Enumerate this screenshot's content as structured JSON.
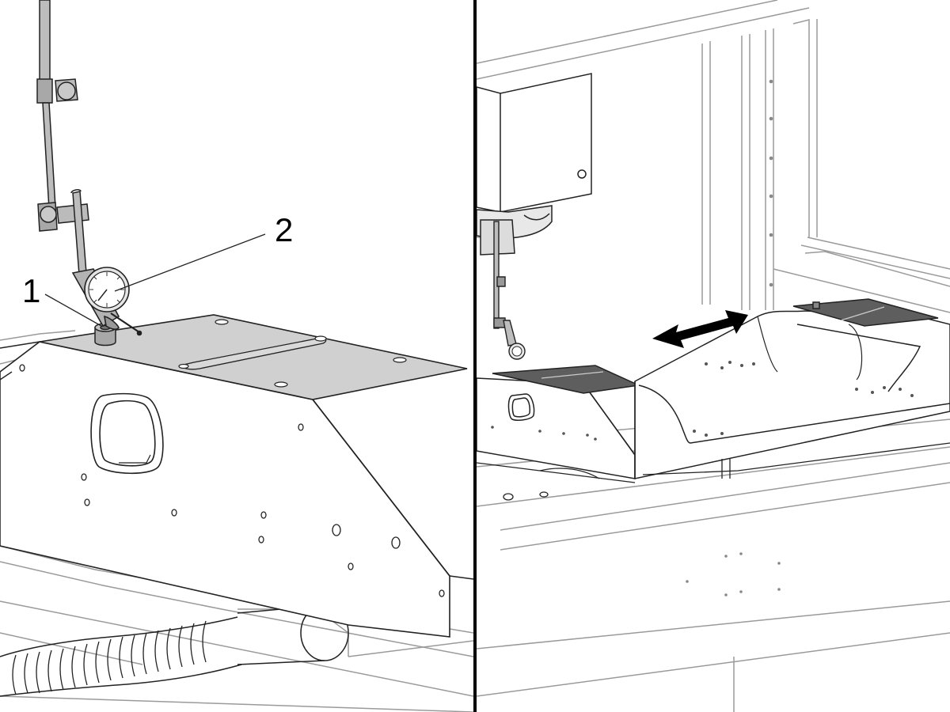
{
  "figure": {
    "callouts": [
      {
        "id": "1",
        "label": "1"
      },
      {
        "id": "2",
        "label": "2"
      }
    ],
    "colors": {
      "line": "#222222",
      "light_line": "#9a9a9a",
      "plate": "#d0d0d0",
      "dark_plate": "#5e5e5e",
      "background": "#ffffff",
      "arrow": "#000000"
    },
    "icons": [
      "dial-indicator-icon",
      "magnetic-base-icon",
      "double-arrow-icon"
    ]
  }
}
